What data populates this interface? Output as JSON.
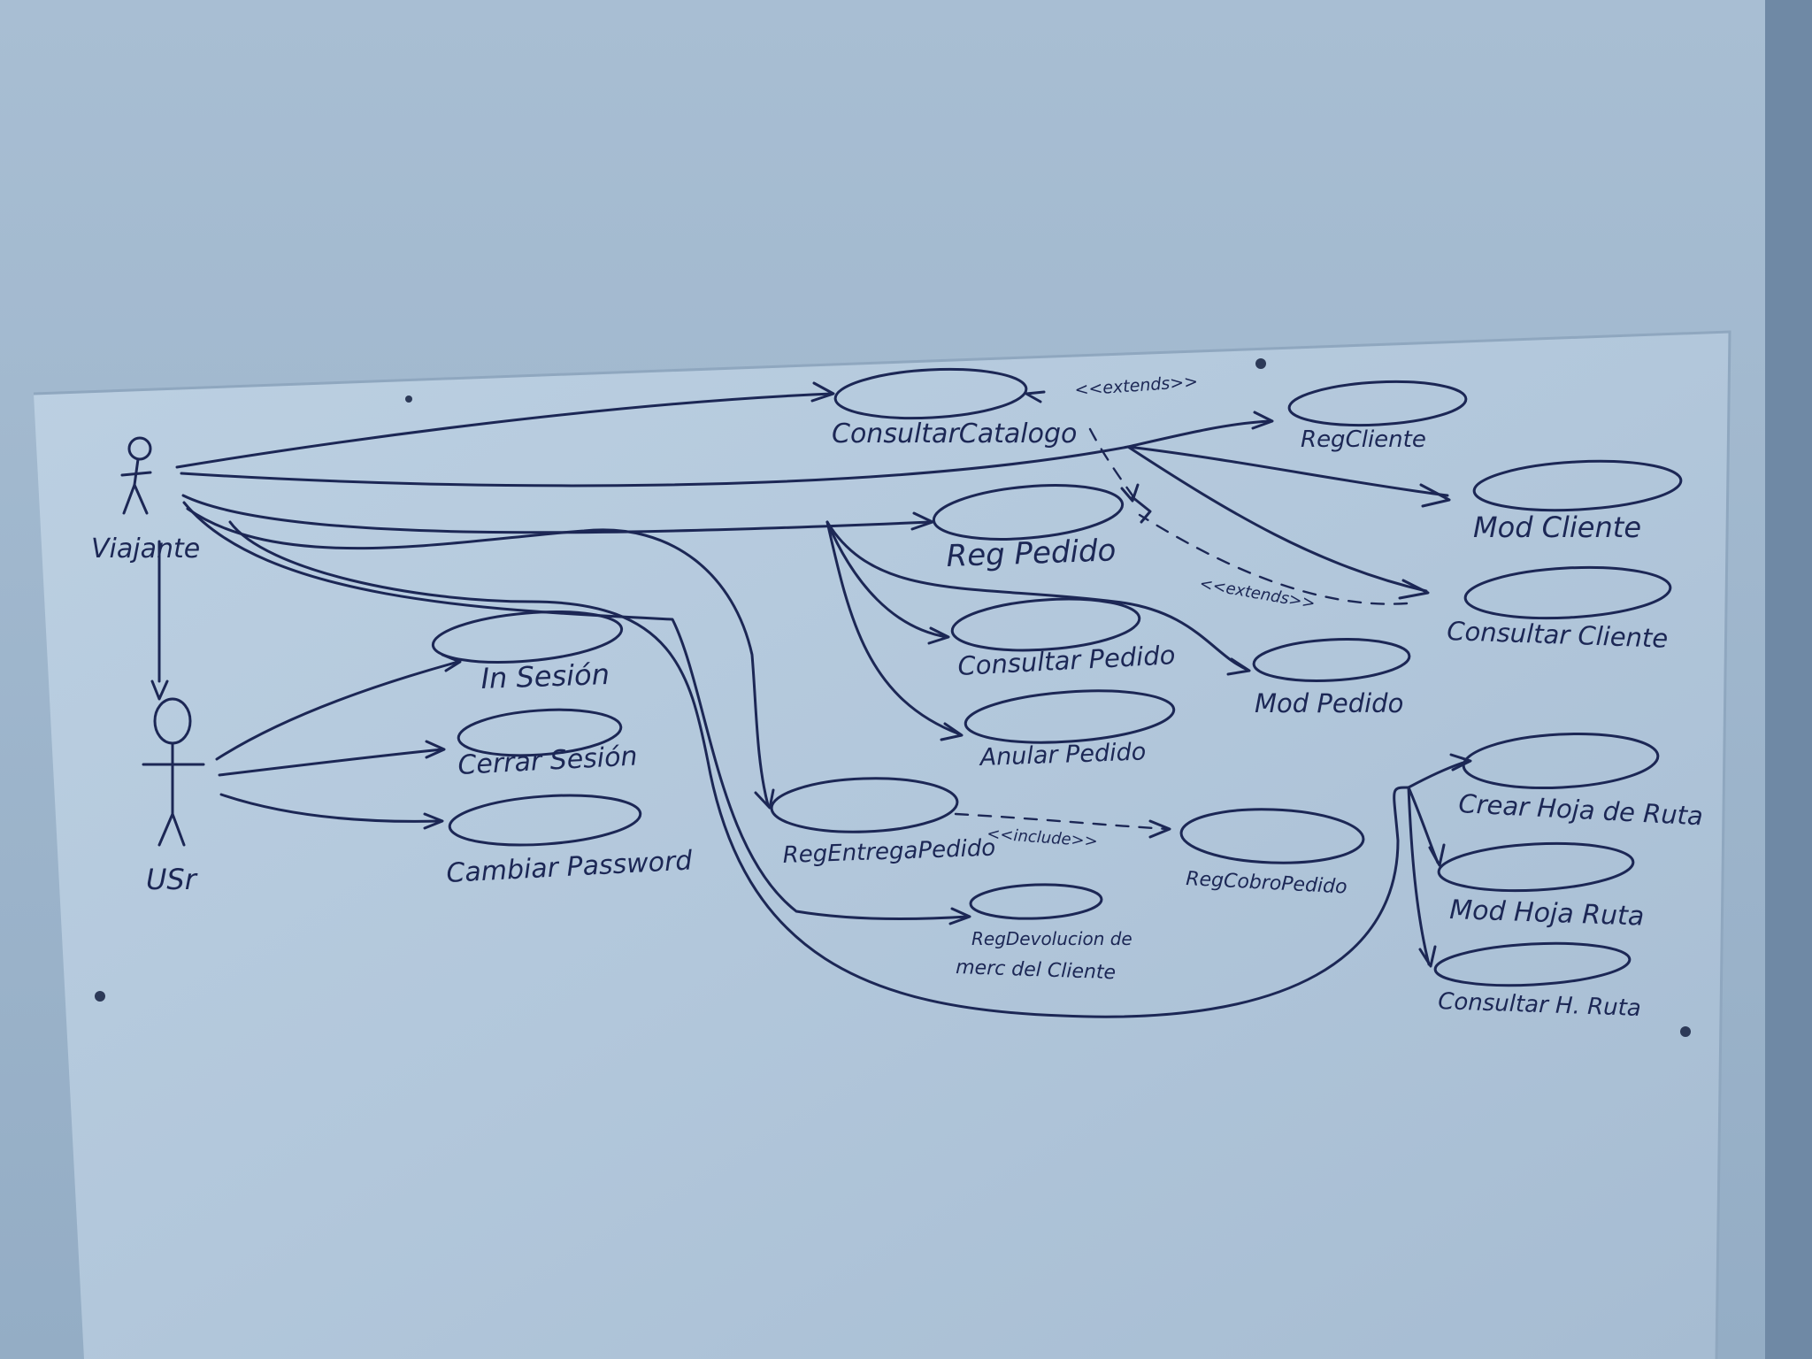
{
  "diagram": {
    "actors": {
      "viajante": "Viajante",
      "usr": "USr"
    },
    "use_cases": {
      "consultar_catalogo": "ConsultarCatalogo",
      "reg_cliente": "RegCliente",
      "mod_cliente": "Mod Cliente",
      "consultar_cliente": "Consultar Cliente",
      "reg_pedido": "Reg Pedido",
      "consultar_pedido": "Consultar Pedido",
      "mod_pedido": "Mod Pedido",
      "anular_pedido": "Anular Pedido",
      "in_sesion": "In Sesión",
      "cerrar_sesion": "Cerrar Sesión",
      "cambiar_password": "Cambiar Password",
      "reg_entrega_pedido": "RegEntregaPedido",
      "reg_cobro_pedido": "RegCobroPedido",
      "reg_devolucion_line1": "RegDevolucion de",
      "reg_devolucion_line2": "merc del Cliente",
      "crear_hoja_ruta": "Crear Hoja de Ruta",
      "mod_hoja_ruta": "Mod Hoja Ruta",
      "consultar_hoja_ruta": "Consultar H. Ruta"
    },
    "stereotypes": {
      "extends_top": "<<extends>>",
      "extends_mid": "<<extends>>",
      "include": "<<include>>"
    }
  },
  "colors": {
    "ink": "#1c2755",
    "board": "#b4c9dd",
    "wall": "#9ab2c9"
  }
}
